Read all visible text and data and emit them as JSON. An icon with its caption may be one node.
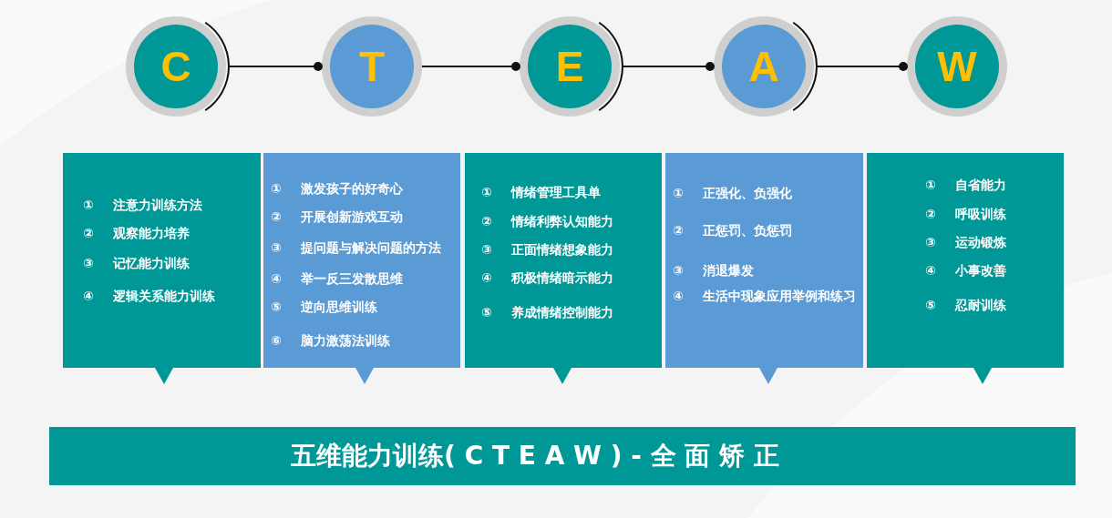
{
  "diagram": {
    "nodes": [
      {
        "text": [
          "C"
        ]
      },
      {
        "text": [
          "T"
        ]
      },
      {
        "text": [
          "E"
        ]
      },
      {
        "text": [
          "A"
        ]
      },
      {
        "text": [
          "W"
        ]
      },
      {
        "text": [
          "① 注意力训练方法",
          "② 观察能力培养",
          "③ 记忆能力训练",
          "④ 逻辑关系能力训练"
        ]
      },
      {
        "text": [
          "① 激发孩子的好奇心",
          "② 开展创新游戏互动",
          "③ 提问题与解决问题的方法",
          "④ 举一反三发散思维",
          "⑤ 逆向思维训练",
          "⑥ 脑力激荡法训练"
        ]
      },
      {
        "text": [
          "① 情绪管理工具单",
          "② 情绪利弊认知能力",
          "③ 正面情绪想象能力",
          "④ 积极情绪暗示能力",
          "⑤ 养成情绪控制能力"
        ]
      },
      {
        "text": [
          "① 正强化、负强化",
          "② 正惩罚、负惩罚",
          "③ 消退爆发",
          "④ 生活中现象应用举例和练习"
        ]
      },
      {
        "text": [
          "① 自省能力",
          "② 呼吸训练",
          "③ 运动锻炼",
          "④ 小事改善",
          "⑤ 忍耐训练"
        ]
      },
      {
        "text": [
          "五维能力训练( C T E A W ) - 全 面 矫 正"
        ]
      }
    ],
    "edges": [
      {
        "from": 0,
        "to": 1,
        "arrow": "other"
      },
      {
        "from": 1,
        "to": 2,
        "arrow": "other"
      },
      {
        "from": 2,
        "to": 3,
        "arrow": "other"
      },
      {
        "from": 3,
        "to": 4,
        "arrow": "other"
      }
    ]
  }
}
